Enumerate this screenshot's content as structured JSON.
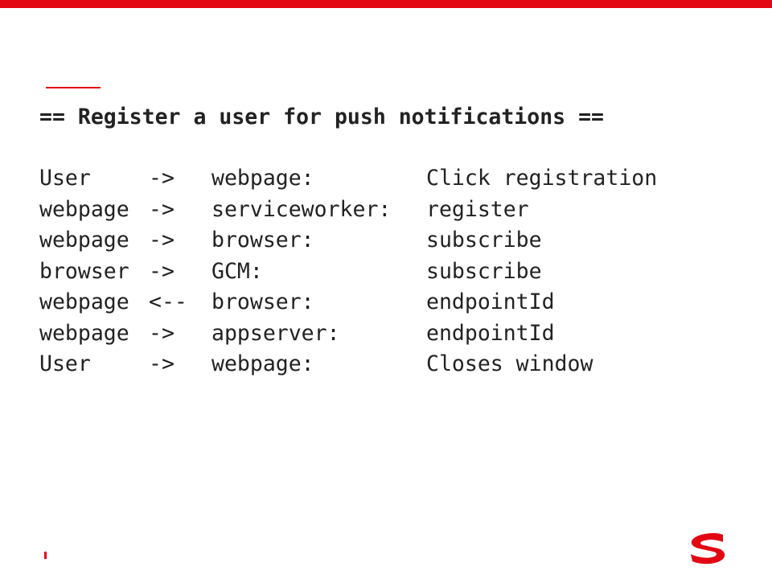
{
  "slide": {
    "title": "== Register a user for push notifications =="
  },
  "sequence": [
    {
      "from": "User",
      "arrow": "->",
      "to": "webpage:",
      "message": "Click registration"
    },
    {
      "from": "webpage",
      "arrow": "->",
      "to": "serviceworker:",
      "message": "register"
    },
    {
      "from": "webpage",
      "arrow": "->",
      "to": "browser:",
      "message": "subscribe"
    },
    {
      "from": "browser",
      "arrow": "->",
      "to": "GCM:",
      "message": "subscribe"
    },
    {
      "from": "webpage",
      "arrow": "<--",
      "to": "browser:",
      "message": "endpointId"
    },
    {
      "from": "webpage",
      "arrow": "->",
      "to": "appserver:",
      "message": "endpointId"
    },
    {
      "from": "User",
      "arrow": "->",
      "to": "webpage:",
      "message": "Closes window"
    }
  ],
  "theme": {
    "accent": "#e30613",
    "text": "#222222",
    "background": "#ffffff"
  },
  "icons": {
    "logo": "red-s-logo-icon"
  }
}
